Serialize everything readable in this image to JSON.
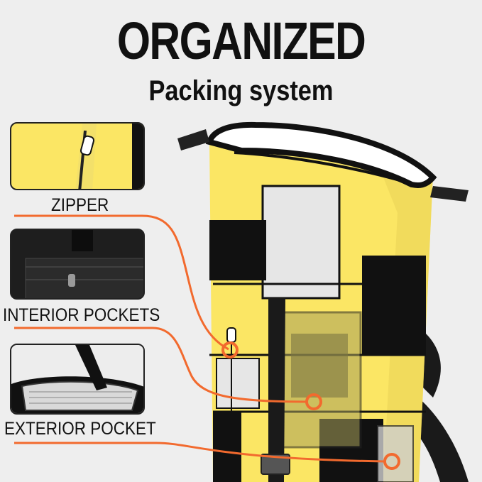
{
  "header": {
    "title": "ORGANIZED",
    "subtitle": "Packing system"
  },
  "features": [
    {
      "label": "ZIPPER",
      "thumb_icon": "zipper-closeup-image"
    },
    {
      "label": "INTERIOR POCKETS",
      "thumb_icon": "interior-pockets-closeup-image"
    },
    {
      "label": "EXTERIOR POCKET",
      "thumb_icon": "exterior-pocket-closeup-image"
    }
  ],
  "colors": {
    "bag_yellow": "#fbe664",
    "panel_black": "#111111",
    "panel_grey": "#e6e6e6",
    "accent_orange": "#f26a2e"
  }
}
